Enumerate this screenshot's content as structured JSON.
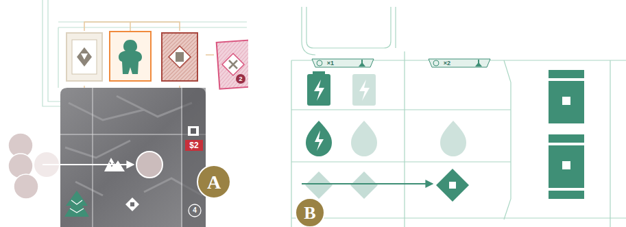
{
  "diagram": {
    "labels": [
      "$2",
      "4",
      "2",
      "A",
      "×1",
      "×2",
      "B"
    ]
  }
}
